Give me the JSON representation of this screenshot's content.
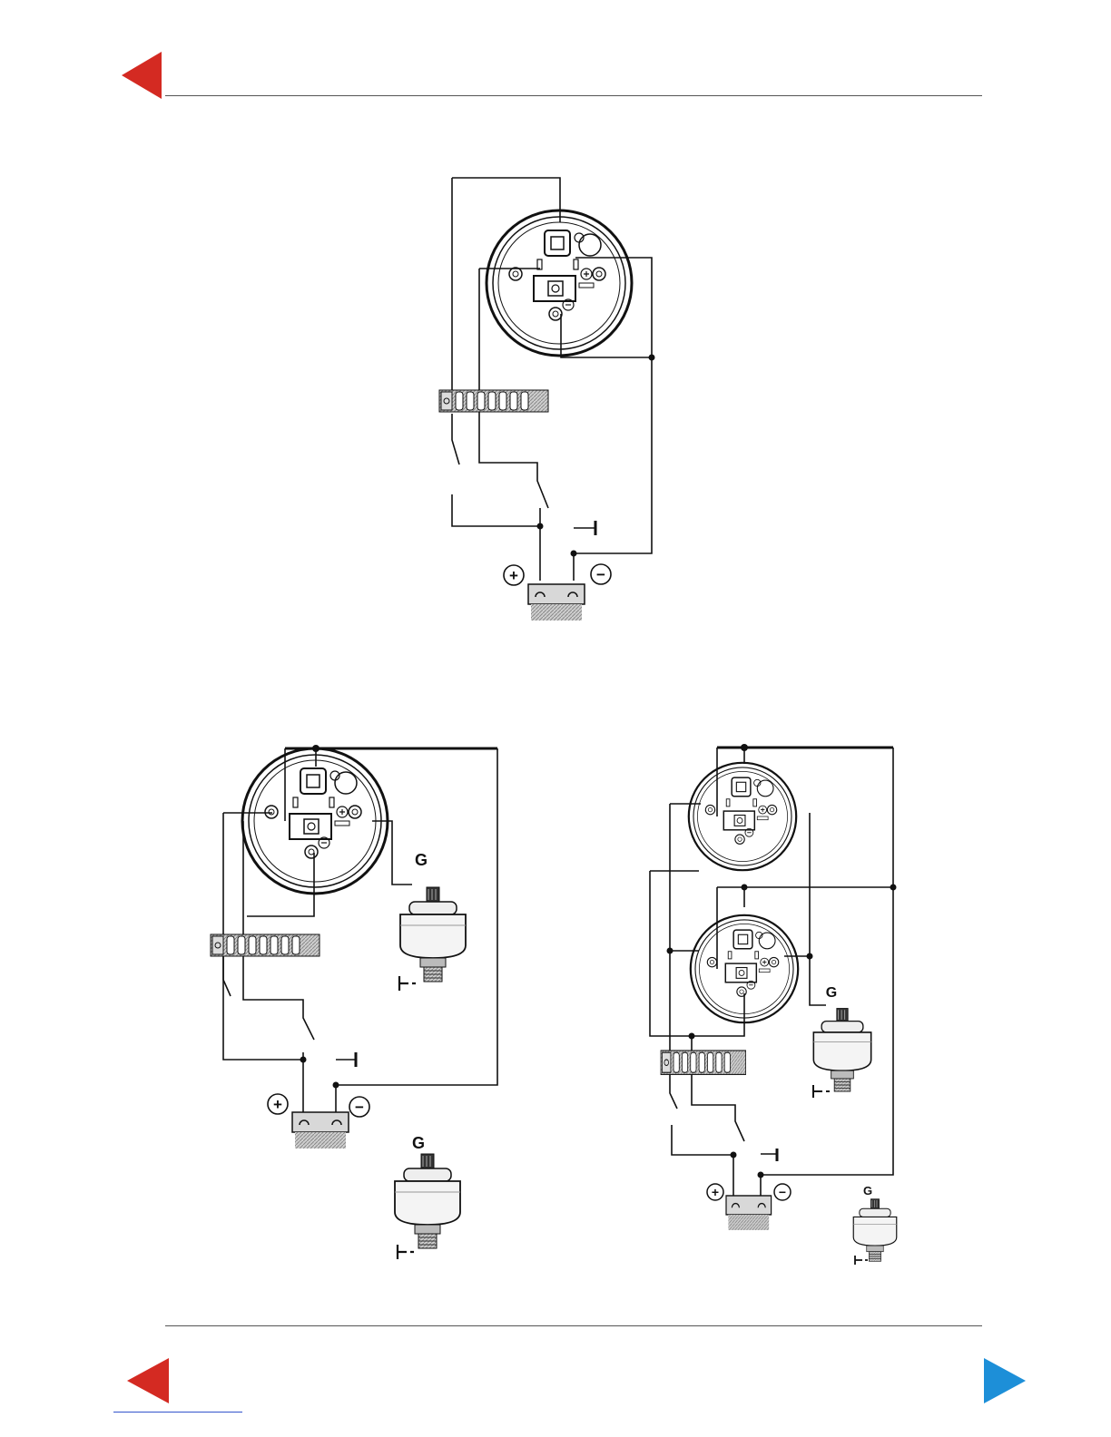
{
  "nav": {
    "prev_top": "previous-page",
    "prev_bottom": "previous-page",
    "next_bottom": "next-page"
  },
  "colors": {
    "prev_arrow": "#d42a22",
    "next_arrow": "#1d8fd8",
    "rule": "#555555"
  },
  "diagram_1": {
    "plus": "+",
    "minus": "−",
    "ground": "I"
  },
  "diagram_2": {
    "sender_label": "G",
    "sender_label_2": "G",
    "plus": "+",
    "minus": "−",
    "ground": "I",
    "ground_2": "I"
  },
  "diagram_3": {
    "sender_label": "G",
    "sender_label_2": "G",
    "plus": "+",
    "minus": "−",
    "ground": "I",
    "ground_2": "I"
  }
}
